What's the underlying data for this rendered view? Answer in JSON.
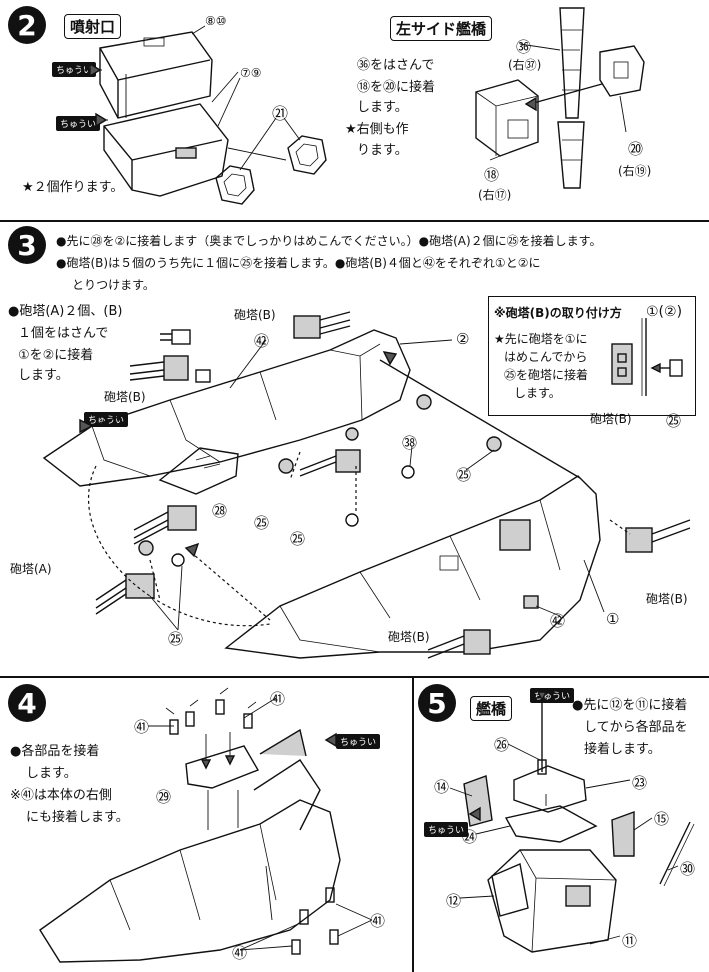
{
  "step2": {
    "number": "2",
    "nozzle_title": "噴射口",
    "bridge_title": "左サイド艦橋",
    "nozzle_parts": [
      "⑧⑩",
      "⑦⑨",
      "㉑"
    ],
    "nozzle_note": "★２個作ります。",
    "bridge_instructions": [
      "㊱をはさんで",
      "⑱を⑳に接着",
      "します。",
      "★右側も作",
      "ります。"
    ],
    "bridge_parts": [
      "㊱",
      "(右㊲)",
      "⑳",
      "(右⑲)",
      "⑱",
      "(右⑰)"
    ],
    "caution": "ちゅうい"
  },
  "step3": {
    "number": "3",
    "instructions": [
      "●先に㉘を②に接着します（奥までしっかりはめこんでください。）●砲塔(A)２個に㉕を接着します。",
      "●砲塔(B)は５個のうち先に１個に㉕を接着します。●砲塔(B)４個と㊷をそれぞれ①と②に",
      "とりつけます。"
    ],
    "left_note": [
      "●砲塔(A)２個、(B)",
      "１個をはさんで",
      "①を②に接着",
      "します。"
    ],
    "inset": {
      "title": "※砲塔(B)の取り付け方",
      "text": [
        "★先に砲塔を①に",
        "はめこんでから",
        "㉕を砲塔に接着",
        "します。"
      ],
      "parts": [
        "①(②)",
        "砲塔(B)",
        "㉕"
      ]
    },
    "labels": [
      "砲塔(B)",
      "㊷",
      "②",
      "砲塔(B)",
      "㊳",
      "㉕",
      "㉘",
      "㉕",
      "㉕",
      "砲塔(A)",
      "㉕",
      "㊷",
      "①",
      "砲塔(B)",
      "砲塔(B)"
    ],
    "caution": "ちゅうい"
  },
  "step4": {
    "number": "4",
    "instructions": [
      "●各部品を接着",
      "します。",
      "※㊶は本体の右側",
      "にも接着します。"
    ],
    "labels": [
      "㊶",
      "㊶",
      "㉙",
      "㊶",
      "㊶"
    ],
    "caution": "ちゅうい"
  },
  "step5": {
    "number": "5",
    "title": "艦橋",
    "instructions": [
      "●先に⑫を⑪に接着",
      "してから各部品を",
      "接着します。"
    ],
    "labels": [
      "㉖",
      "⑭",
      "㉓",
      "⑮",
      "㉔",
      "㉚",
      "⑫",
      "⑪"
    ],
    "caution": "ちゅうい"
  }
}
